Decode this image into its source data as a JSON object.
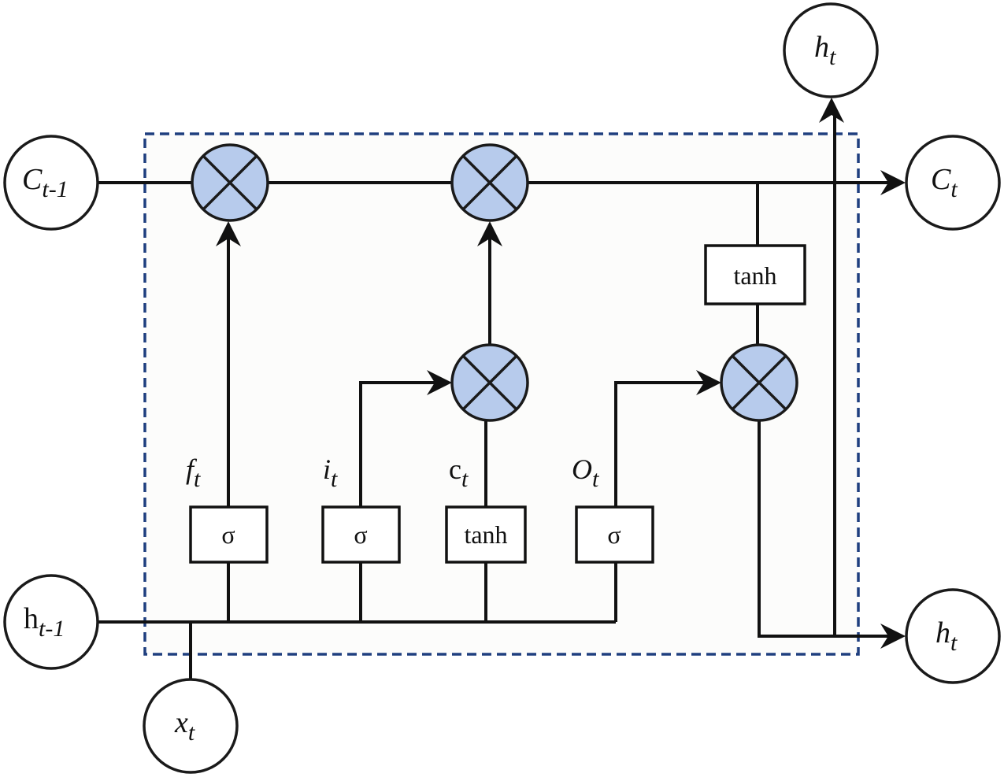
{
  "diagram": {
    "title": "LSTM cell",
    "colors": {
      "multiply_fill": "#b7cbec",
      "cell_border": "#1f3f7f",
      "line": "#111111"
    },
    "inputs": {
      "c_prev": {
        "main": "C",
        "sub": "t-1"
      },
      "h_prev": {
        "main": "h",
        "sub": "t-1"
      },
      "x": {
        "main": "x",
        "sub": "t"
      }
    },
    "outputs": {
      "h_top": {
        "main": "h",
        "sub": "t"
      },
      "c_out": {
        "main": "C",
        "sub": "t"
      },
      "h_out": {
        "main": "h",
        "sub": "t"
      }
    },
    "gate_labels": {
      "forget": {
        "main": "f",
        "sub": "t"
      },
      "input": {
        "main": "i",
        "sub": "t"
      },
      "candidate": {
        "main": "c",
        "sub": "t"
      },
      "output": {
        "main": "O",
        "sub": "t"
      }
    },
    "gates": {
      "forget": "σ",
      "input": "σ",
      "candidate": "tanh",
      "output": "σ",
      "cell_tanh": "tanh"
    },
    "operators": {
      "multiply": "multiply-icon"
    }
  }
}
